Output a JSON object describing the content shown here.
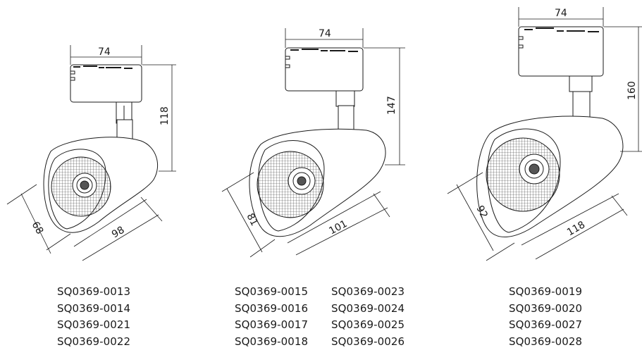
{
  "lamps": [
    {
      "dims": {
        "width": "74",
        "height": "118",
        "diameter": "68",
        "length": "98"
      },
      "code_columns": [
        [
          "SQ0369-0013",
          "SQ0369-0014",
          "SQ0369-0021",
          "SQ0369-0022"
        ]
      ]
    },
    {
      "dims": {
        "width": "74",
        "height": "147",
        "diameter": "81",
        "length": "101"
      },
      "code_columns": [
        [
          "SQ0369-0015",
          "SQ0369-0016",
          "SQ0369-0017",
          "SQ0369-0018"
        ],
        [
          "SQ0369-0023",
          "SQ0369-0024",
          "SQ0369-0025",
          "SQ0369-0026"
        ]
      ]
    },
    {
      "dims": {
        "width": "74",
        "height": "160",
        "diameter": "92",
        "length": "118"
      },
      "code_columns": [
        [
          "SQ0369-0019",
          "SQ0369-0020",
          "SQ0369-0027",
          "SQ0369-0028"
        ]
      ]
    }
  ]
}
